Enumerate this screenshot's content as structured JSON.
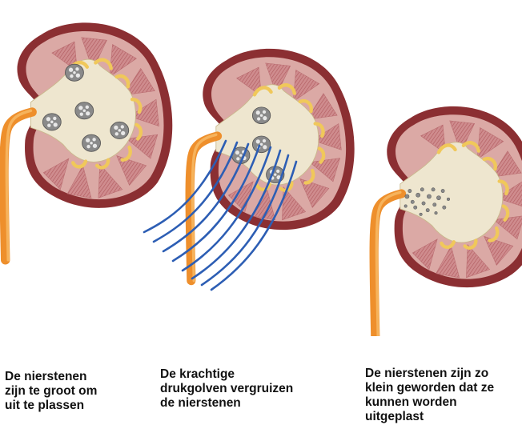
{
  "captions": [
    {
      "text": "De nierstenen\nzijn te groot om\nuit te plassen"
    },
    {
      "text": "De krachtige\ndrukgolven vergruizen\nde nierstenen"
    },
    {
      "text": "De nierstenen zijn zo\nklein geworden dat ze\nkunnen worden\nuitgeplast"
    }
  ],
  "colors": {
    "outer": "#8b2f32",
    "cortex": "#dba9a5",
    "medulla": "#c97d80",
    "pelvis": "#eee6cf",
    "calyx": "#f4d98a",
    "ureter": "#ee8f2c",
    "ureter_light": "#f6b35c",
    "waves": "#2d5eb4",
    "stone": "#777777"
  },
  "icons": [
    "kidney-full-stones",
    "kidney-shockwave",
    "kidney-fragmented-stones"
  ]
}
